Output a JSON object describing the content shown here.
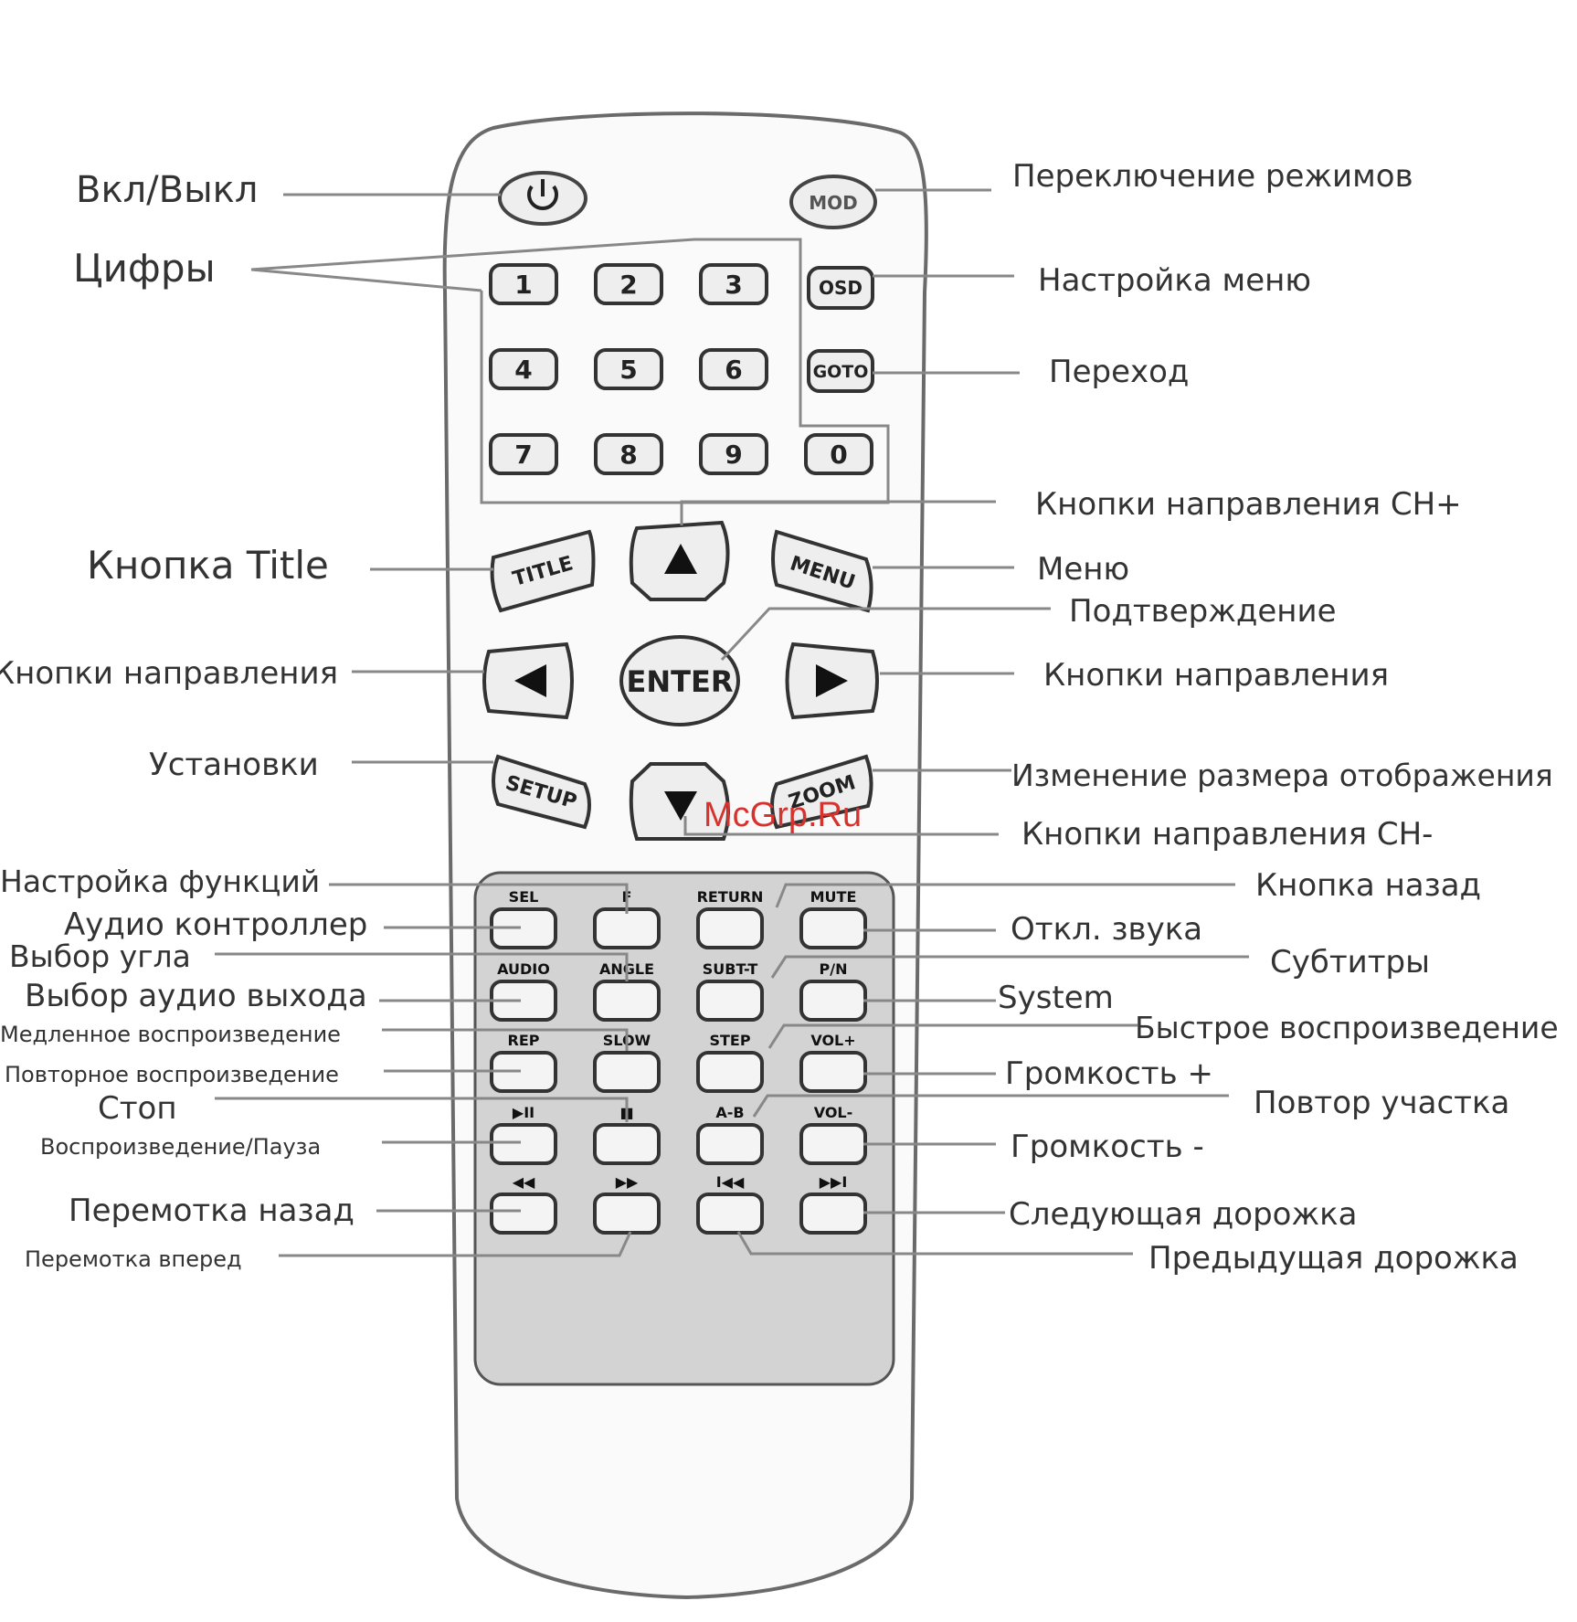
{
  "labels_left": {
    "power": "Вкл/Выкл",
    "digits": "Цифры",
    "title_button": "Кнопка Title",
    "direction_left": "Кнопки направления",
    "settings": "Установки",
    "function_setup": "Настройка функций",
    "audio_controller": "Аудио контроллер",
    "angle_select": "Выбор угла",
    "audio_output_select": "Выбор аудио выхода",
    "slow_play": "Медленное воспроизведение",
    "repeat_play": "Повторное воспроизведение",
    "stop": "Стоп",
    "play_pause": "Воспроизведение/Пауза",
    "rewind": "Перемотка назад",
    "fast_forward": "Перемотка вперед"
  },
  "labels_right": {
    "mode_switch": "Переключение режимов",
    "menu_setup": "Настройка меню",
    "goto": "Переход",
    "ch_plus": "Кнопки направления CH+",
    "menu": "Меню",
    "confirm": "Подтверждение",
    "direction_right": "Кнопки направления",
    "zoom": "Изменение размера отображения",
    "ch_minus": "Кнопки направления CH-",
    "back": "Кнопка назад",
    "mute": "Откл. звука",
    "subtitles": "Субтитры",
    "system": "System",
    "fast_play": "Быстрое воспроизведение",
    "volume_up": "Громкость +",
    "segment_repeat": "Повтор участка",
    "volume_down": "Громкость -",
    "next_track": "Следующая дорожка",
    "prev_track": "Предыдущая дорожка"
  },
  "remote": {
    "mod": "MOD",
    "osd": "OSD",
    "goto": "GOTO",
    "digits": [
      "1",
      "2",
      "3",
      "4",
      "5",
      "6",
      "7",
      "8",
      "9",
      "0"
    ],
    "title": "TITLE",
    "menu": "MENU",
    "enter": "ENTER",
    "setup": "SETUP",
    "zoom": "ZOOM",
    "keys": [
      [
        "SEL",
        "F",
        "RETURN",
        "MUTE"
      ],
      [
        "AUDIO",
        "ANGLE",
        "SUBT-T",
        "P/N"
      ],
      [
        "REP",
        "SLOW",
        "STEP",
        "VOL+"
      ],
      [
        "▶II",
        "■",
        "A-B",
        "VOL-"
      ],
      [
        "◀◀",
        "▶▶",
        "I◀◀",
        "▶▶I"
      ]
    ]
  },
  "watermark": "McGrp.Ru"
}
